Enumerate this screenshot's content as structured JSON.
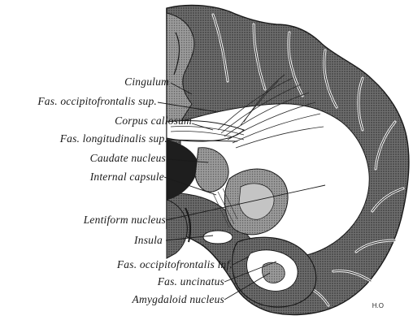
{
  "labels": {
    "cingulum": "Cingulum",
    "fas_occipitofrontalis_sup": "Fas. occipitofrontalis sup.",
    "corpus_callosum": "Corpus callosum",
    "fas_longitudinalis_sup": "Fas. longitudinalis sup.",
    "caudate_nucleus": "Caudate nucleus",
    "internal_capsule": "Internal capsule",
    "lentiform_nucleus": "Lentiform nucleus",
    "insula": "Insula",
    "fas_occipitofrontalis_inf": "Fas. occipitofrontalis inf.",
    "fas_uncinatus": "Fas. uncinatus",
    "amygdaloid_nucleus": "Amygdaloid nucleus"
  },
  "signature": "H.O",
  "colors": {
    "tissue": "#5a5a5a",
    "tissue_dark": "#262626",
    "white_matter": "#ffffff",
    "line": "#1a1a1a"
  }
}
